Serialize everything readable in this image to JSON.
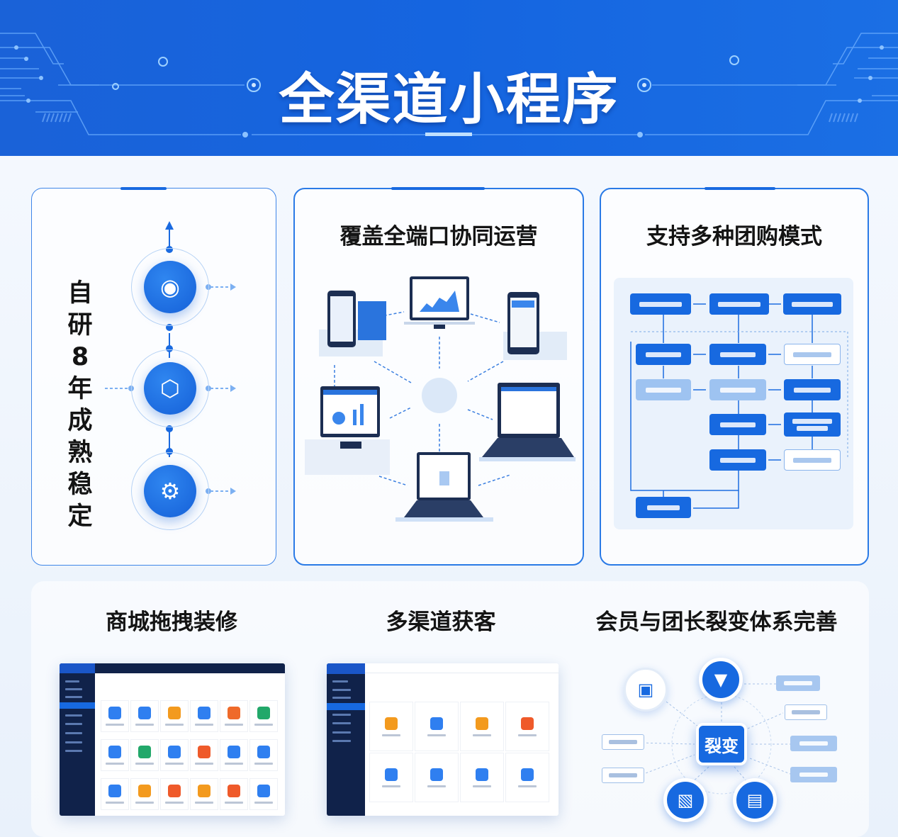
{
  "header": {
    "title": "全渠道小程序"
  },
  "colors": {
    "brand": "#1769e0",
    "hero": "#1565e0",
    "text": "#141414",
    "light": "#9ec3f1"
  },
  "cards": {
    "stable": {
      "title": "自研8年成熟稳定",
      "chars": [
        "自",
        "研",
        "8",
        "年",
        "成",
        "熟",
        "稳",
        "定"
      ],
      "icons": [
        "camera-icon",
        "box-icon",
        "gear-check-icon"
      ]
    },
    "multi_device": {
      "title": "覆盖全端口协同运营"
    },
    "group_buy": {
      "title": "支持多种团购模式"
    },
    "decor": {
      "title": "商城拖拽装修"
    },
    "channels": {
      "title": "多渠道获客"
    },
    "fission": {
      "title": "会员与团长裂变体系完善",
      "center_label": "裂变"
    }
  }
}
